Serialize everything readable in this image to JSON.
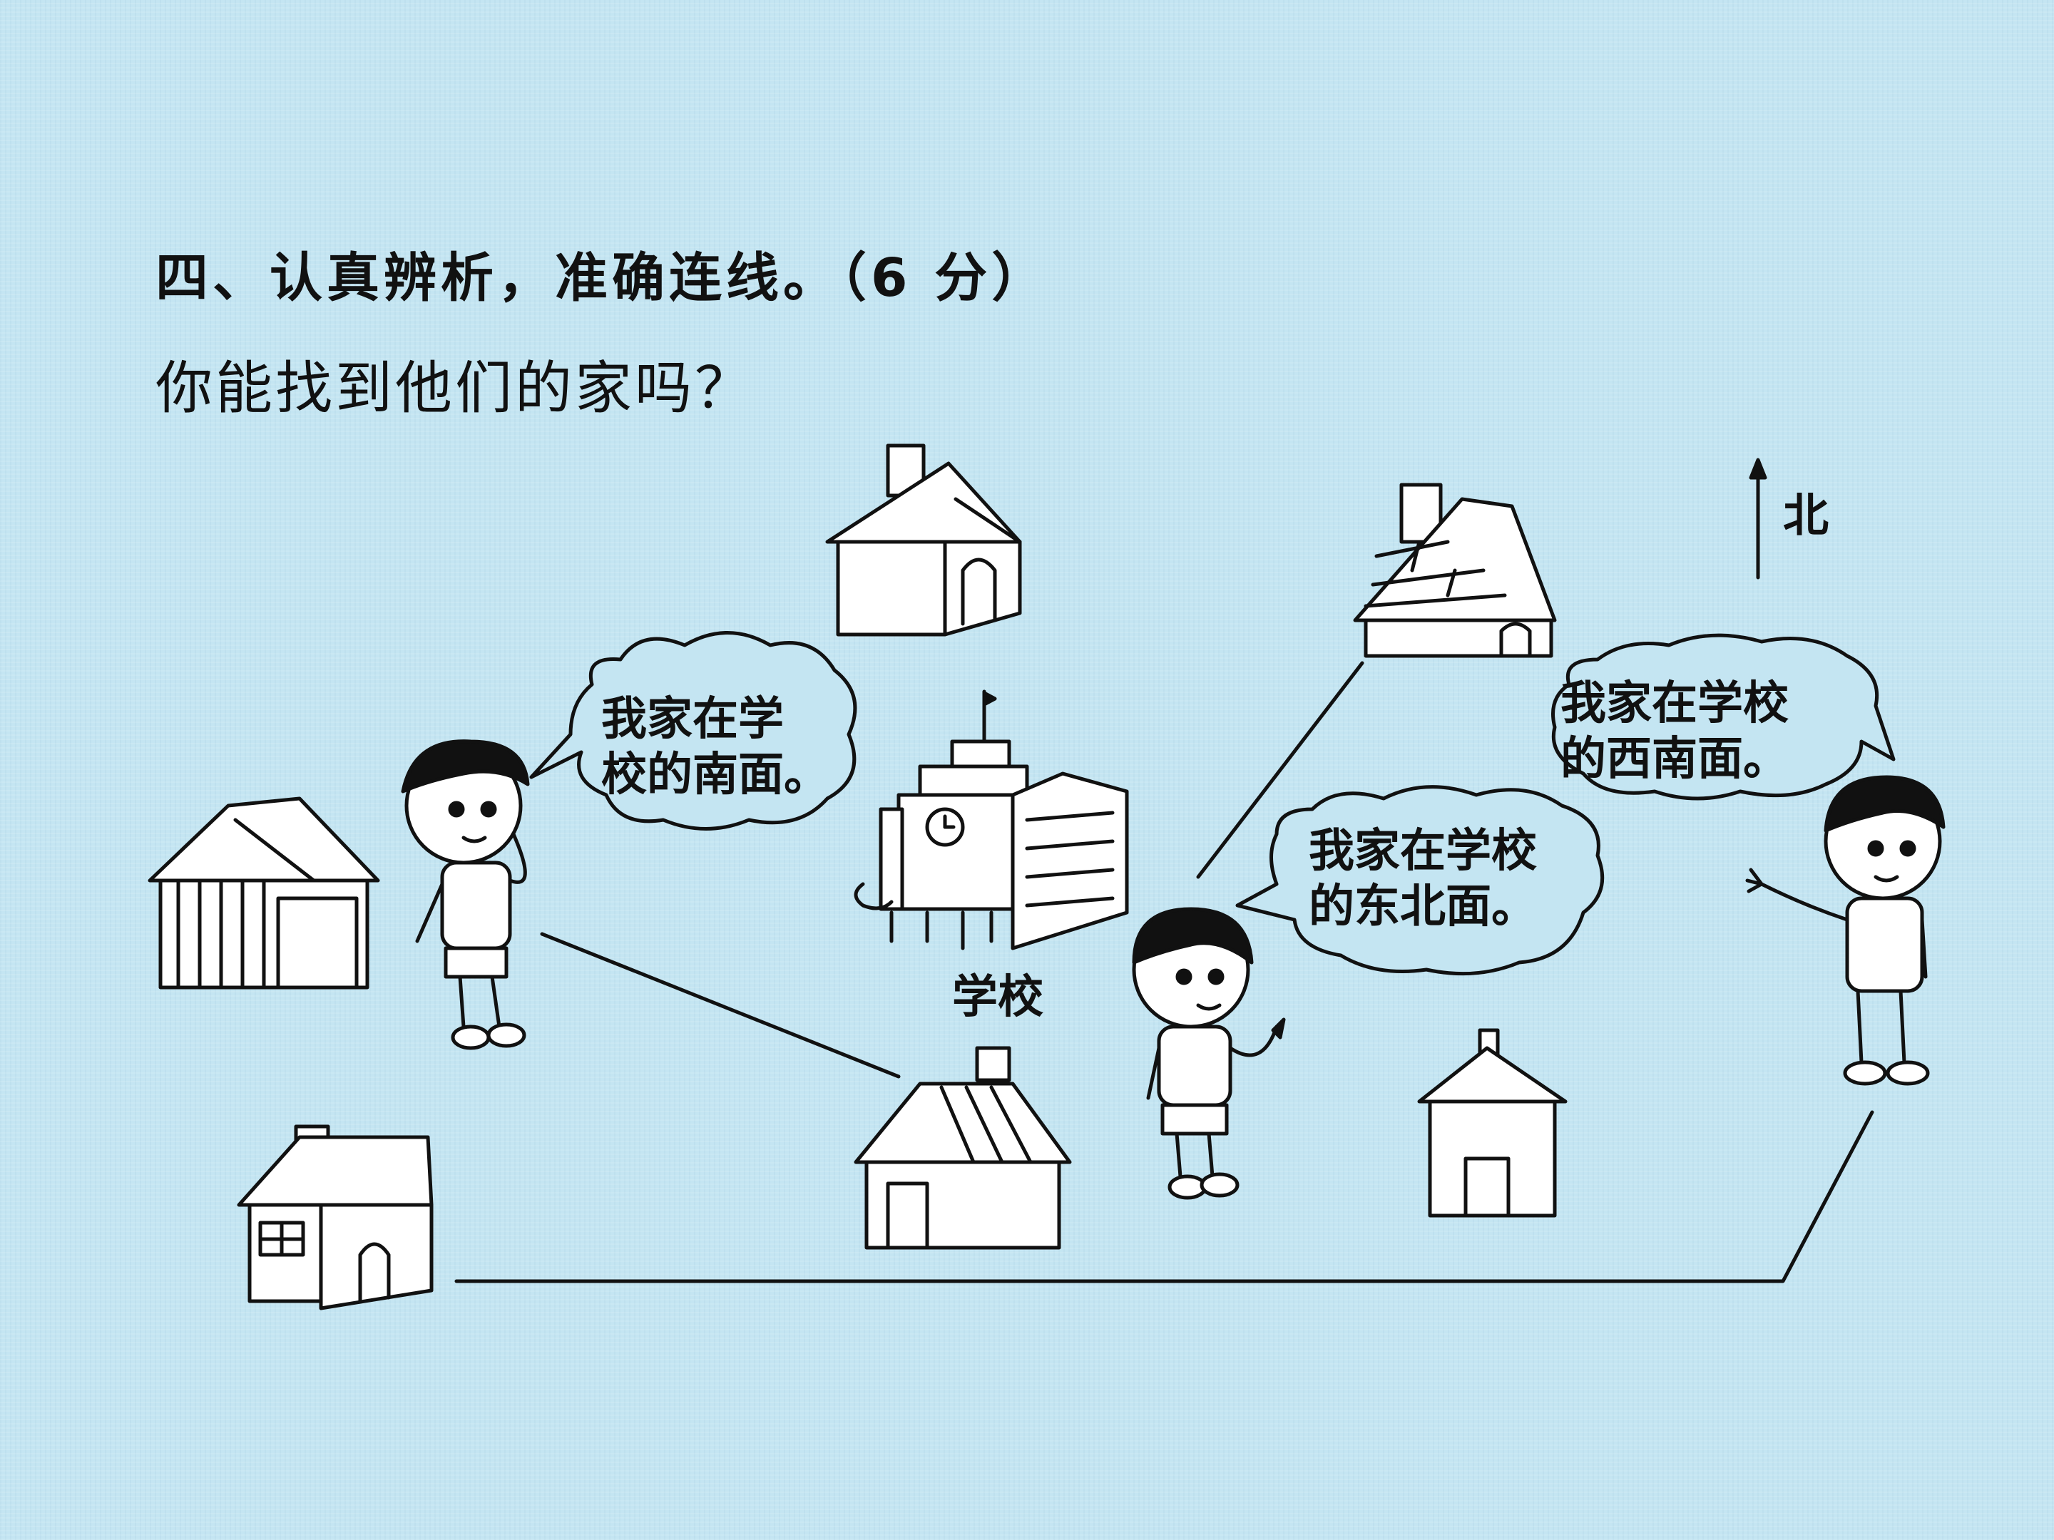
{
  "question": {
    "heading": "四、认真辨析，准确连线。（6 分）",
    "prompt": "你能找到他们的家吗？"
  },
  "compass": {
    "label": "北"
  },
  "school": {
    "label": "学校"
  },
  "speech_bubbles": [
    {
      "line1": "我家在学",
      "line2": "校的南面。"
    },
    {
      "line1": "我家在学校",
      "line2": "的东北面。"
    },
    {
      "line1": "我家在学校",
      "line2": "的西南面。"
    }
  ]
}
